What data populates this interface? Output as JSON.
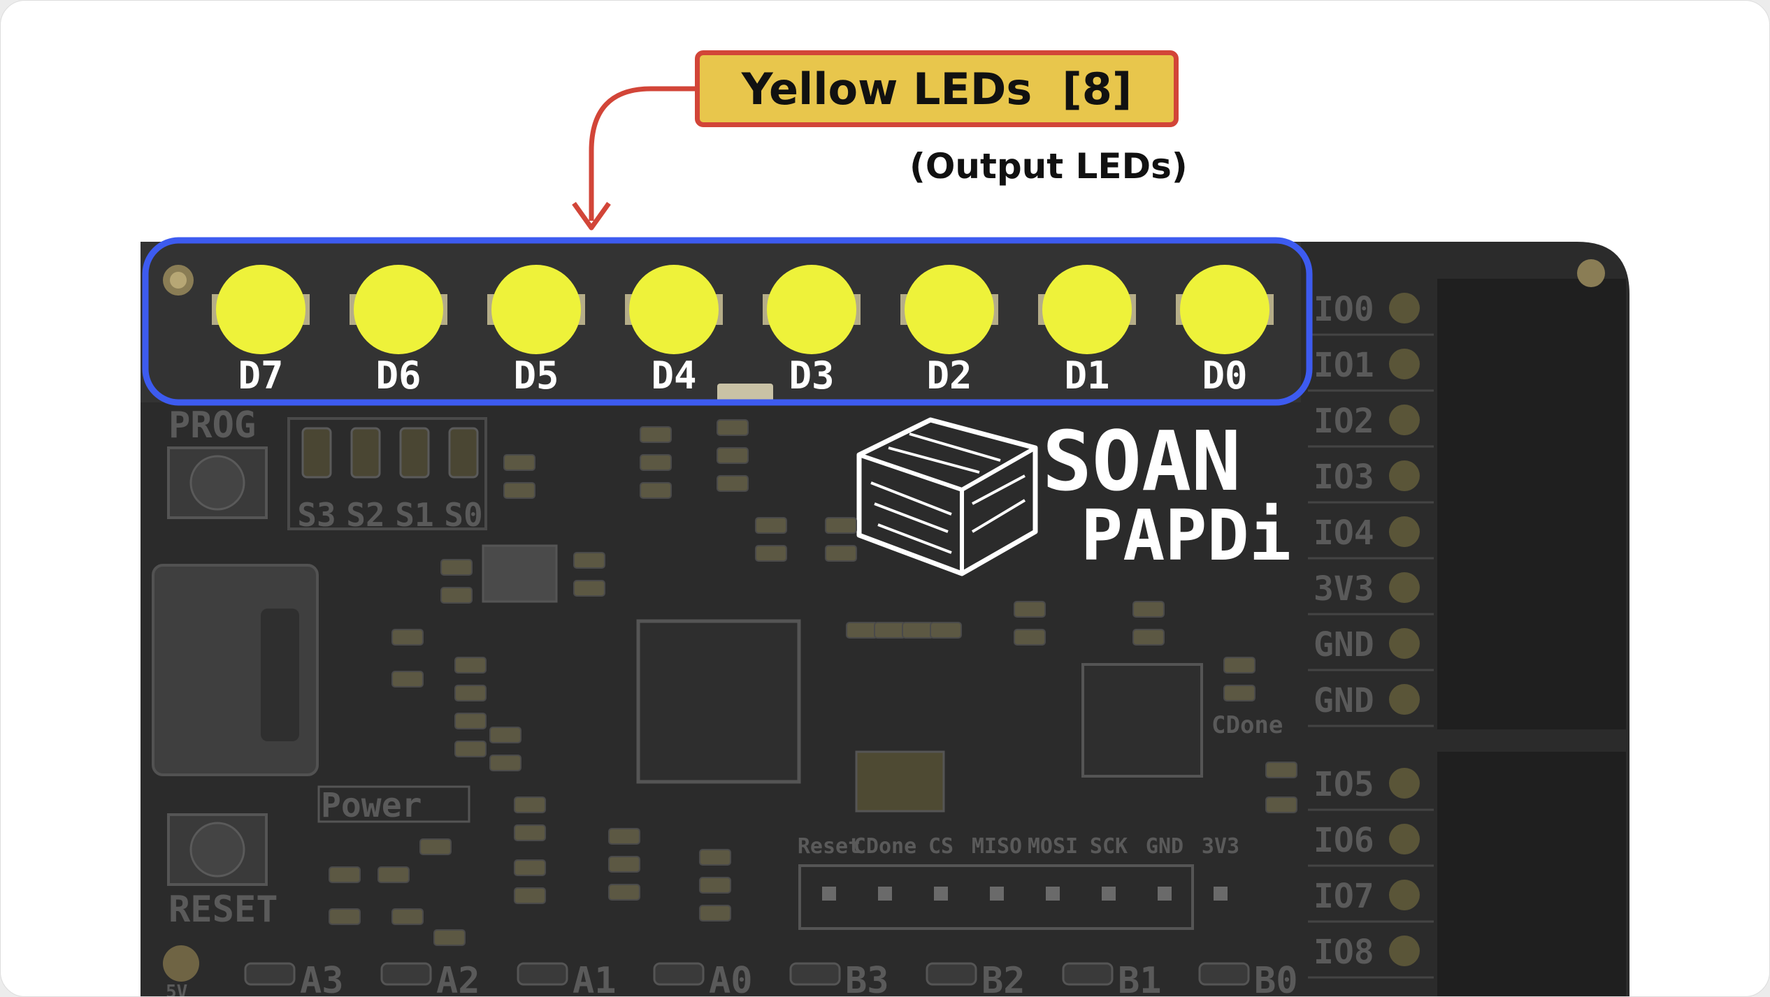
{
  "callout": {
    "title": "Yellow LEDs  [8]",
    "subtitle": "(Output LEDs)"
  },
  "leds": [
    "D7",
    "D6",
    "D5",
    "D4",
    "D3",
    "D2",
    "D1",
    "D0"
  ],
  "colors": {
    "background": "#ffffff",
    "pcb": "#2b2b2b",
    "led": "#eef23a",
    "highlight": "#3d5bf0",
    "callout_fill": "#e8c64c",
    "callout_border": "#d24538",
    "silkscreen_dim": "#5a5a5a",
    "silkscreen_bright": "#ffffff"
  },
  "buttons": {
    "prog": "PROG",
    "reset": "RESET"
  },
  "switch_labels": [
    "S3",
    "S2",
    "S1",
    "S0"
  ],
  "power_label": "Power",
  "cdone_label": "CDone",
  "header_labels": [
    "Reset",
    "CDone",
    "CS",
    "MISO",
    "MOSI",
    "SCK",
    "GND",
    "3V3"
  ],
  "right_pins_top": [
    "IO0",
    "IO1",
    "IO2",
    "IO3",
    "IO4",
    "3V3",
    "GND",
    "GND"
  ],
  "right_pins_bottom": [
    "IO5",
    "IO6",
    "IO7",
    "IO8"
  ],
  "bottom_pins": [
    "A3",
    "A2",
    "A1",
    "A0",
    "B3",
    "B2",
    "B1",
    "B0"
  ],
  "logo": {
    "line1": "SOAN",
    "line2": "PAPDi"
  },
  "misc_label": "5V"
}
